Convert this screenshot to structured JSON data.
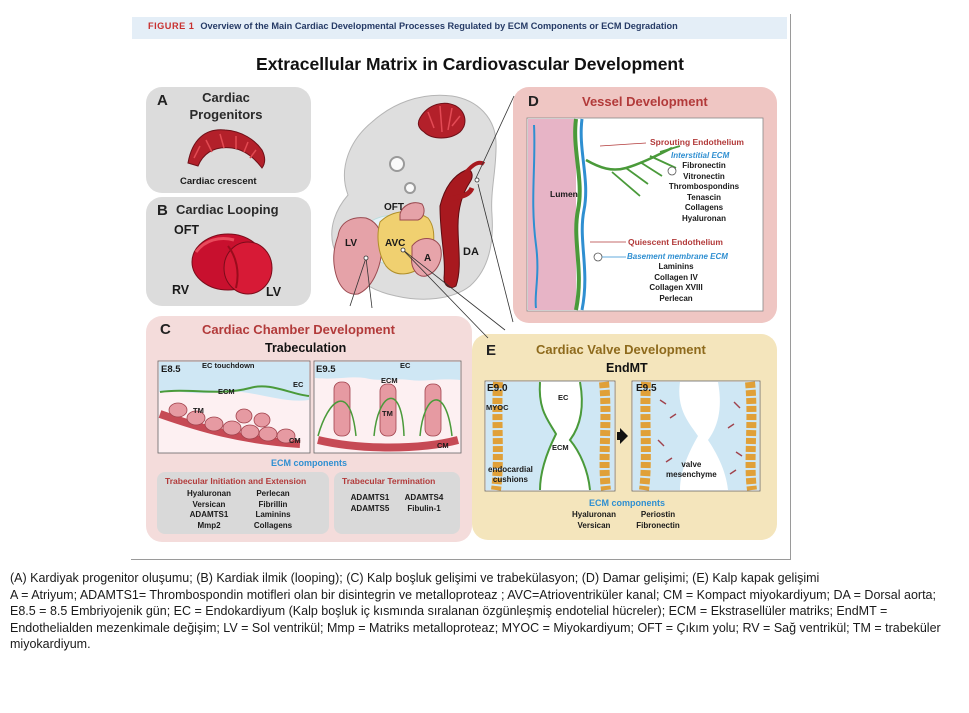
{
  "header": {
    "figure_label": "FIGURE 1",
    "figure_title": "Overview of the Main Cardiac Developmental Processes Regulated by ECM Components or ECM Degradation"
  },
  "main_title": "Extracellular Matrix in Cardiovascular Development",
  "panel_a": {
    "letter": "A",
    "title_line1": "Cardiac",
    "title_line2": "Progenitors",
    "label": "Cardiac crescent"
  },
  "panel_b": {
    "letter": "B",
    "title": "Cardiac Looping",
    "labels": {
      "oft": "OFT",
      "rv": "RV",
      "lv": "LV"
    }
  },
  "embryo": {
    "labels": {
      "oft": "OFT",
      "lv": "LV",
      "avc": "AVC",
      "a": "A",
      "da": "DA"
    }
  },
  "panel_c": {
    "letter": "C",
    "title": "Cardiac Chamber Development",
    "subtitle": "Trabeculation",
    "stage1": "E8.5",
    "stage2": "E9.5",
    "labels": {
      "ec_touchdown": "EC touchdown",
      "ec": "EC",
      "ecm": "ECM",
      "tm": "TM",
      "cm": "CM"
    },
    "components_title": "ECM components",
    "initiation": {
      "title": "Trabecular Initiation and Extension",
      "col1": [
        "Hyaluronan",
        "Versican",
        "ADAMTS1",
        "Mmp2"
      ],
      "col2": [
        "Perlecan",
        "Fibrillin",
        "Laminins",
        "Collagens"
      ]
    },
    "termination": {
      "title": "Trabecular Termination",
      "col1": [
        "ADAMTS1",
        "ADAMTS5"
      ],
      "col2": [
        "ADAMTS4",
        "Fibulin-1"
      ]
    }
  },
  "panel_d": {
    "letter": "D",
    "title": "Vessel Development",
    "lumen": "Lumen",
    "sprouting": "Sprouting Endothelium",
    "interstitial": "Interstitial ECM",
    "interstitial_list": [
      "Fibronectin",
      "Vitronectin",
      "Thrombospondins",
      "Tenascin",
      "Collagens",
      "Hyaluronan"
    ],
    "quiescent": "Quiescent Endothelium",
    "basement": "Basement membrane ECM",
    "basement_list": [
      "Laminins",
      "Collagen IV",
      "Collagen XVIII",
      "Perlecan"
    ]
  },
  "panel_e": {
    "letter": "E",
    "title": "Cardiac Valve Development",
    "subtitle": "EndMT",
    "stage1": "E9.0",
    "stage2": "E9.5",
    "labels": {
      "myoc": "MYOC",
      "ec": "EC",
      "ecm": "ECM",
      "cushions_line1": "endocardial",
      "cushions_line2": "cushions",
      "valve_line1": "valve",
      "valve_line2": "mesenchyme"
    },
    "components_title": "ECM components",
    "col1": [
      "Hyaluronan",
      "Versican"
    ],
    "col2": [
      "Periostin",
      "Fibronectin"
    ]
  },
  "caption": {
    "line1": "(A) Kardiyak progenitor oluşumu; (B) Kardiak ilmik (looping); (C) Kalp boşluk gelişimi ve trabekülasyon; (D) Damar gelişimi; (E) Kalp kapak gelişimi",
    "line2": "A = Atriyum; ADAMTS1= Thrombospondin motifleri olan bir disintegrin ve metalloproteaz ; AVC=Atrioventriküler kanal; CM = Kompact miyokardiyum; DA = Dorsal aorta; E8.5 = 8.5 Embriyojenik gün; EC = Endokardiyum (Kalp boşluk iç kısmında sıralanan özgünleşmiş endotelial hücreler); ECM = Ekstrasellüler matriks; EndMT = Endothelialden mezenkimale değişim; LV = Sol ventrikül; Mmp = Matriks metalloproteaz; MYOC = Miyokardiyum; OFT = Çıkım yolu; RV = Sağ ventrikül; TM = trabeküler miyokardiyum."
  },
  "colors": {
    "header_bg": "#e4eef7",
    "figure_label": "#c8302f",
    "panel_gray": "#dcdcdc",
    "panel_pink": "#f4dcdb",
    "panel_rose": "#efc6c3",
    "panel_gold": "#f4e5bc",
    "accent_blue": "#2f8fd1",
    "heart_red": "#b3202a"
  }
}
